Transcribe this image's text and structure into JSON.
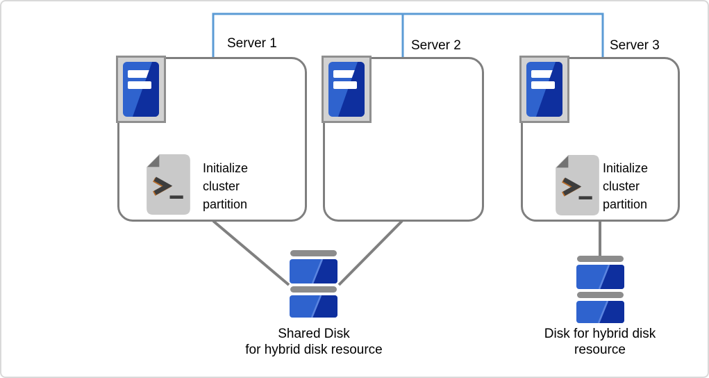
{
  "figure": {
    "title_hint": "cluster diagram with three servers, shared disk and hybrid disk",
    "servers": [
      {
        "label": "Server 1",
        "icon": "server-tower-icon",
        "script": {
          "icon": "script-file-icon",
          "label": "Initialize cluster partition"
        }
      },
      {
        "label": "Server 2",
        "icon": "server-tower-icon"
      },
      {
        "label": "Server 3",
        "icon": "server-tower-icon",
        "script": {
          "icon": "script-file-icon",
          "label": "Initialize cluster partition"
        }
      }
    ],
    "disks": [
      {
        "icon": "disk-icon",
        "label": "Shared Disk\nfor hybrid disk resource"
      },
      {
        "icon": "disk-icon",
        "label": "Disk for hybrid disk\nresource"
      }
    ],
    "colors": {
      "network_line": "#5b9bd5",
      "connector_line": "#808080",
      "box_border": "#7f7f7f",
      "canvas_border": "#d9d9d9",
      "icon_frame_fill": "#d2d2d2",
      "icon_frame_border": "#8f8f8f",
      "icon_blue": "#2f63ce",
      "icon_blue_dark": "#0e2f9e",
      "disk_bar_gray": "#8c8c8c",
      "script_doc_gray": "#c9c9c9",
      "script_fold_gray": "#737373",
      "script_glyph": "#3d3d3d",
      "script_glyph_accent": "#b56a28",
      "text": "#000000"
    }
  }
}
